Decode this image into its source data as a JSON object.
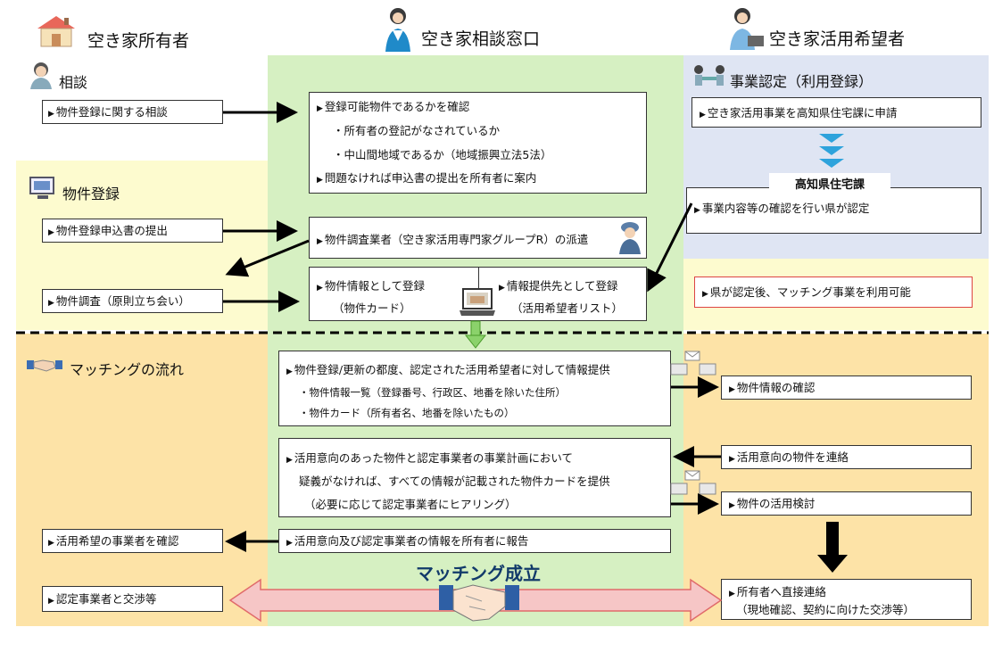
{
  "headers": {
    "owner": "空き家所有者",
    "window": "空き家相談窓口",
    "applicant": "空き家活用希望者"
  },
  "sections": {
    "consult": "相談",
    "registration": "物件登録",
    "matching_flow": "マッチングの流れ",
    "certification": "事業認定（利用登録）"
  },
  "owner_boxes": {
    "consult_request": "物件登録に関する相談",
    "submit_application": "物件登録申込書の提出",
    "survey": "物件調査（原則立ち会い）",
    "confirm_operator": "活用希望の事業者を確認",
    "negotiate": "認定事業者と交渉等"
  },
  "window_boxes": {
    "check": {
      "title": "登録可能物件であるかを確認",
      "item1": "・所有者の登記がなされているか",
      "item2": "・中山間地域であるか（地域振興立法5法）",
      "item3": "問題なければ申込書の提出を所有者に案内"
    },
    "dispatch": "物件調査業者（空き家活用専門家グループR）の派遣",
    "register_info": {
      "line1": "物件情報として登録",
      "line2": "（物件カード）"
    },
    "register_provider": {
      "line1": "情報提供先として登録",
      "line2": "（活用希望者リスト）"
    },
    "provide_info": {
      "title": "物件登録/更新の都度、認定された活用希望者に対して情報提供",
      "item1": "・物件情報一覧（登録番号、行政区、地番を除いた住所）",
      "item2": "・物件カード（所有者名、地番を除いたもの）"
    },
    "provide_card": {
      "line1": "活用意向のあった物件と認定事業者の事業計画において",
      "line2": "疑義がなければ、すべての情報が記載された物件カードを提供",
      "line3": "（必要に応じて認定事業者にヒアリング）"
    },
    "report": "活用意向及び認定事業者の情報を所有者に報告"
  },
  "applicant_boxes": {
    "apply": "空き家活用事業を高知県住宅課に申請",
    "kochi_label": "高知県住宅課",
    "certify": "事業内容等の確認を行い県が認定",
    "available": "県が認定後、マッチング事業を利用可能",
    "confirm_info": "物件情報の確認",
    "contact_property": "活用意向の物件を連絡",
    "consider": "物件の活用検討",
    "direct_contact": {
      "line1": "所有者へ直接連絡",
      "line2": "（現地確認、契約に向けた交渉等）"
    }
  },
  "matching_done": "マッチング成立",
  "colors": {
    "green": "#d6f0c2",
    "yellow": "#fdfbcf",
    "blue": "#dfe5f3",
    "orange": "#fde3a7",
    "pink_arrow": "#f6c6c6",
    "pink_border": "#e06a6a",
    "red_border": "#d44",
    "down_arrow": "#2ea3dc"
  },
  "icons": [
    "house-icon",
    "operator-icon",
    "user-laptop-icon",
    "phone-user-icon",
    "computer-icon",
    "meeting-icon",
    "handshake-icon",
    "worker-icon",
    "laptop-icon",
    "mail-pc-icon"
  ]
}
